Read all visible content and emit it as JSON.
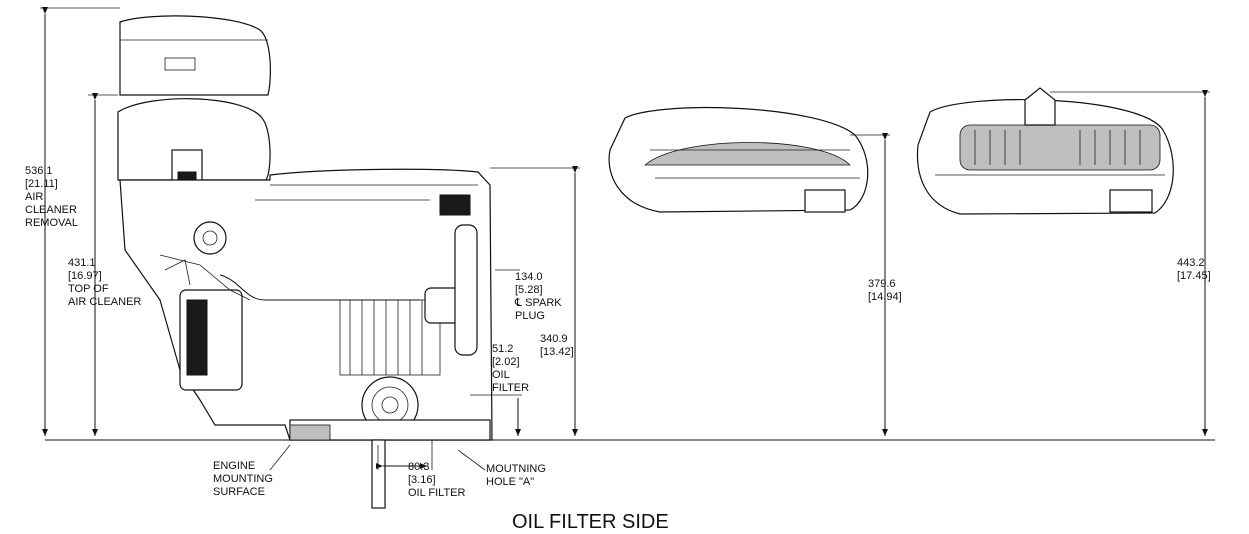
{
  "title": "OIL FILTER SIDE",
  "dimensions": {
    "air_cleaner_removal": {
      "mm": "536.1",
      "in": "[21.11]",
      "l1": "AIR",
      "l2": "CLEANER",
      "l3": "REMOVAL"
    },
    "top_of_air_cleaner": {
      "mm": "431.1",
      "in": "[16.97]",
      "l1": "TOP OF",
      "l2": "AIR CLEANER"
    },
    "spark_plug": {
      "mm": "134.0",
      "in": "[5.28]",
      "l1": "℄ SPARK",
      "l2": "PLUG"
    },
    "overall_height": {
      "mm": "340.9",
      "in": "[13.42]"
    },
    "oil_filter_height": {
      "mm": "51.2",
      "in": "[2.02]",
      "l1": "OIL",
      "l2": "FILTER"
    },
    "engine_mounting_surface": {
      "l1": "ENGINE",
      "l2": "MOUNTING",
      "l3": "SURFACE"
    },
    "oil_filter_offset": {
      "mm": "80.3",
      "in": "[3.16]",
      "l1": "OIL FILTER"
    },
    "mounting_hole": {
      "l1": "MOUTNING",
      "l2": "HOLE \"A\""
    },
    "cover_option_1": {
      "mm": "379.6",
      "in": "[14.94]"
    },
    "cover_option_2": {
      "mm": "443.2",
      "in": "[17.45]"
    }
  }
}
